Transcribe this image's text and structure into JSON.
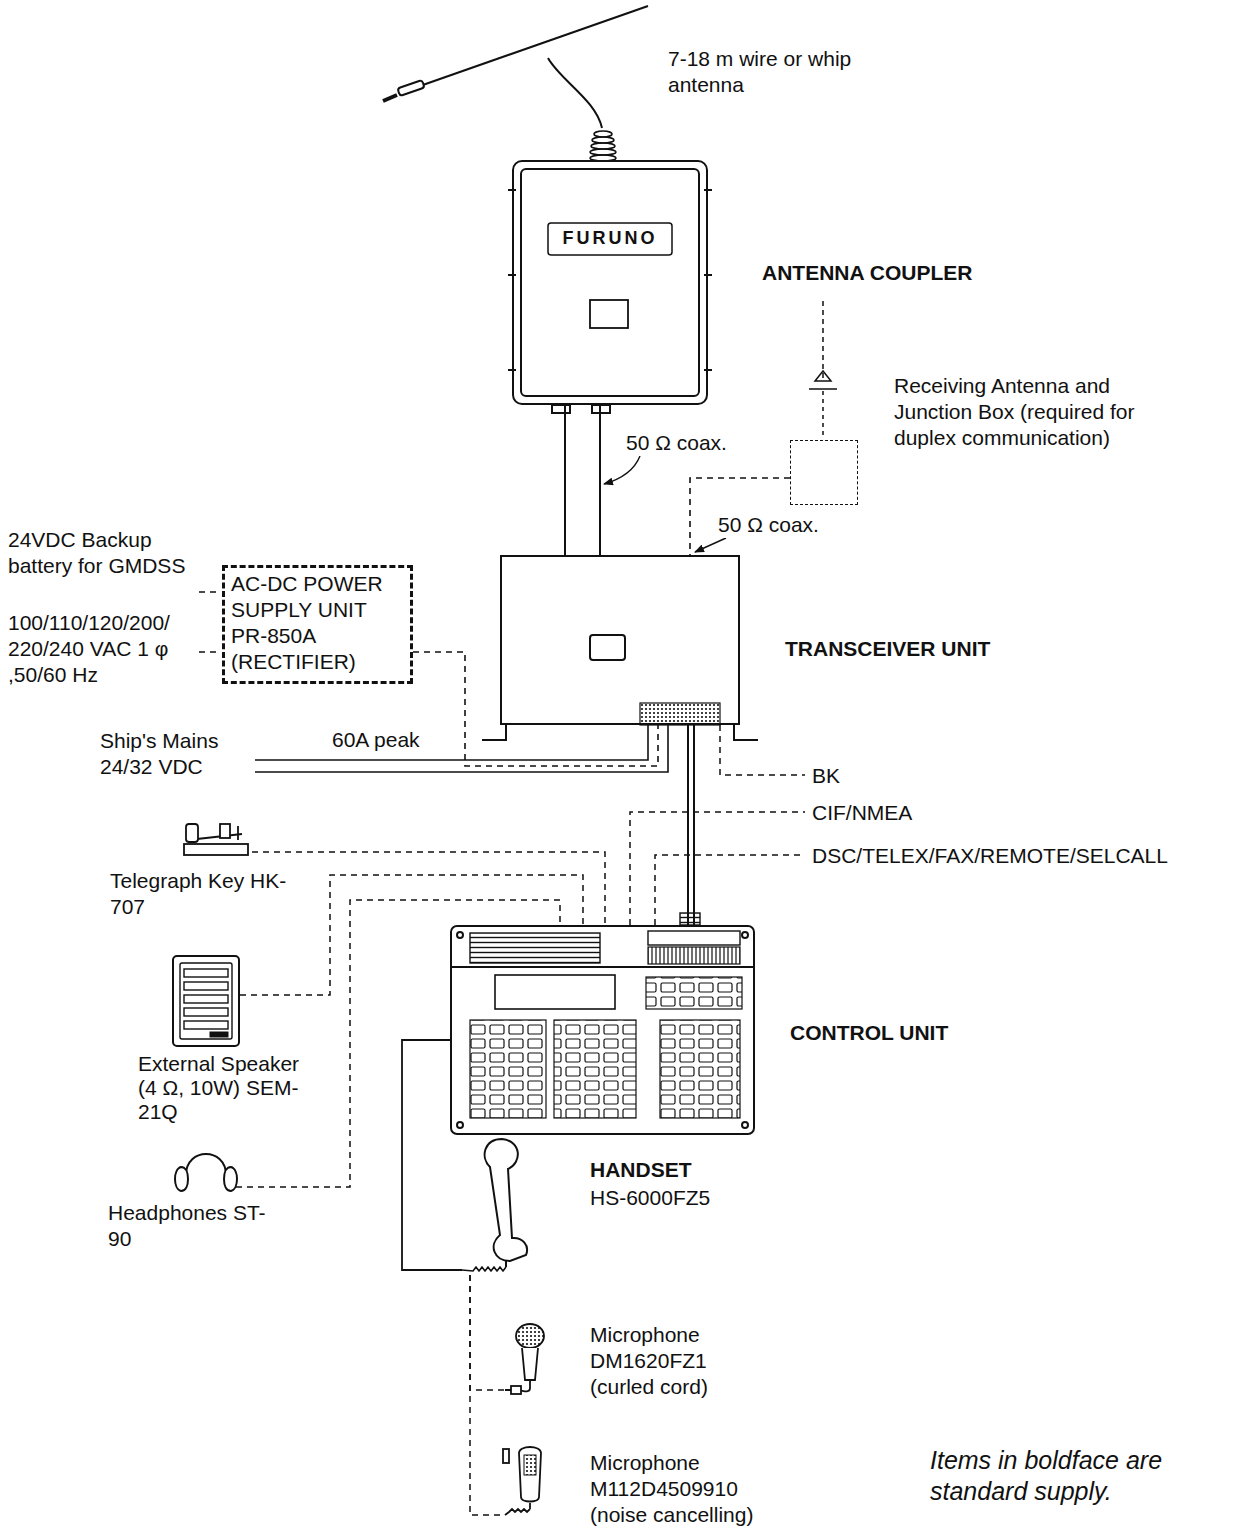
{
  "diagram": {
    "nodes": [
      {
        "text": [
          "FURUNO",
          "ANTENNA COUPLER"
        ]
      },
      {
        "text": [
          "Receiving Antenna and Junction Box (required for duplex communication)"
        ]
      },
      {
        "text": [
          "AC-DC POWER SUPPLY UNIT PR-850A (RECTIFIER)"
        ]
      },
      {
        "text": [
          "TRANSCEIVER UNIT"
        ]
      },
      {
        "text": [
          "Telegraph Key HK-707"
        ]
      },
      {
        "text": [
          "CONTROL UNIT"
        ]
      },
      {
        "text": [
          "External Speaker (4 Ω, 10W) SEM-21Q"
        ]
      },
      {
        "text": [
          "HANDSET",
          "HS-6000FZ5"
        ]
      },
      {
        "text": [
          "Headphones ST-90"
        ]
      },
      {
        "text": [
          "Microphone DM1620FZ1 (curled cord)"
        ]
      },
      {
        "text": [
          "Microphone M112D4509910 (noise cancelling)"
        ]
      }
    ],
    "edges": [
      {
        "from": 0,
        "to": 3,
        "arrow": "none",
        "label": "50 Ω coax."
      },
      {
        "from": 1,
        "to": 3,
        "arrow": "none",
        "label": "50 Ω coax."
      },
      {
        "from": 2,
        "to": 3,
        "arrow": "none"
      },
      {
        "from": 3,
        "to": 5,
        "arrow": "none"
      },
      {
        "from": 4,
        "to": 5,
        "arrow": "none"
      },
      {
        "from": 6,
        "to": 5,
        "arrow": "none"
      },
      {
        "from": 8,
        "to": 5,
        "arrow": "none"
      },
      {
        "from": 5,
        "to": 7,
        "arrow": "none"
      },
      {
        "from": 7,
        "to": 9,
        "arrow": "none"
      },
      {
        "from": 7,
        "to": 10,
        "arrow": "none"
      }
    ],
    "labels": [
      "7-18 m wire or whip antenna",
      "24VDC Backup battery for GMDSS",
      "100/110/120/200/ 220/240 VAC 1 φ ,50/60 Hz",
      "Ship's Mains 24/32 VDC",
      "60A peak",
      "BK",
      "CIF/NMEA",
      "DSC/TELEX/FAX/REMOTE/SELCALL",
      "Items in boldface are standard supply."
    ]
  }
}
